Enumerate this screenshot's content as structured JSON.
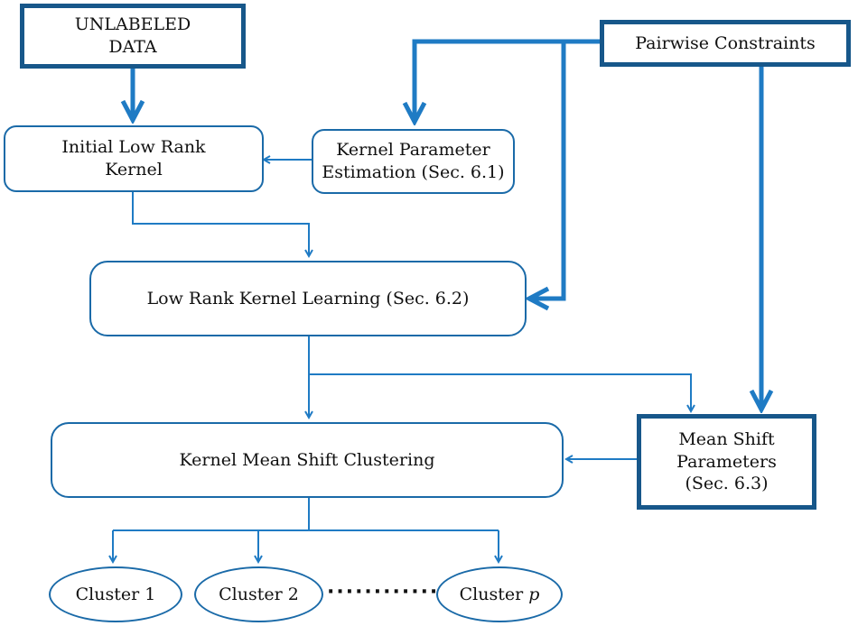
{
  "nodes": {
    "unlabeled_data": "UNLABELED\nDATA",
    "pairwise_constraints": "Pairwise Constraints",
    "initial_low_rank_kernel": "Initial Low Rank\nKernel",
    "kernel_parameter_estimation": "Kernel Parameter\nEstimation (Sec. 6.1)",
    "low_rank_kernel_learning": "Low Rank Kernel Learning (Sec. 6.2)",
    "kernel_mean_shift_clustering": "Kernel Mean Shift Clustering",
    "mean_shift_parameters": "Mean Shift\nParameters\n(Sec. 6.3)",
    "cluster_1": "Cluster 1",
    "cluster_2": "Cluster 2",
    "cluster_p": "Cluster",
    "cluster_p_var": "p",
    "ellipsis": "············"
  },
  "colors": {
    "arrow": "#1f7bc4",
    "box_border": "#17578a"
  }
}
